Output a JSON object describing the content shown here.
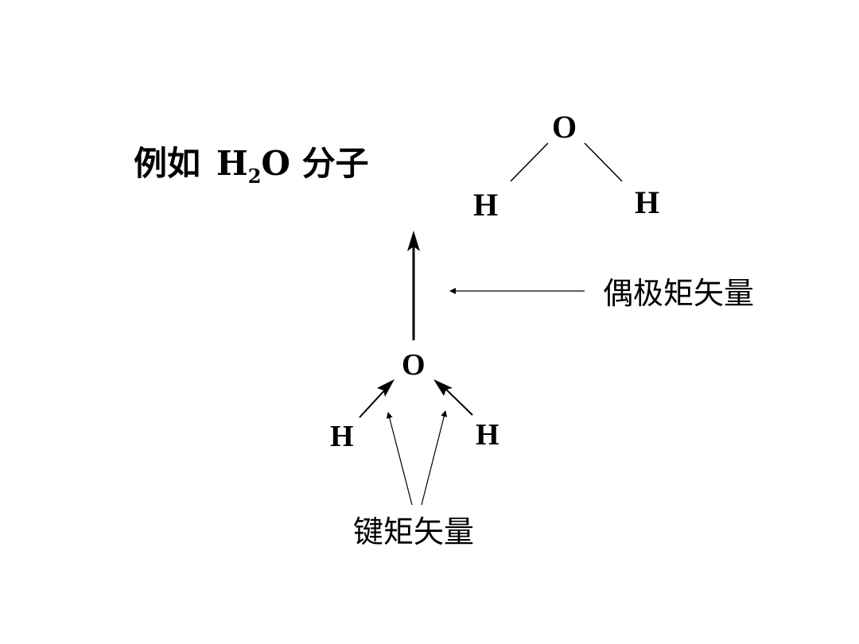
{
  "title": {
    "prefix": "例如",
    "formula_main": "H",
    "formula_sub": "2",
    "formula_tail": "O",
    "suffix": "分子"
  },
  "labels": {
    "dipole_vector": "偶极矩矢量",
    "bond_vector": "键矩矢量"
  },
  "molecule_top": {
    "center": "O",
    "left": "H",
    "right": "H"
  },
  "molecule_bottom": {
    "center": "O",
    "left": "H",
    "right": "H"
  }
}
